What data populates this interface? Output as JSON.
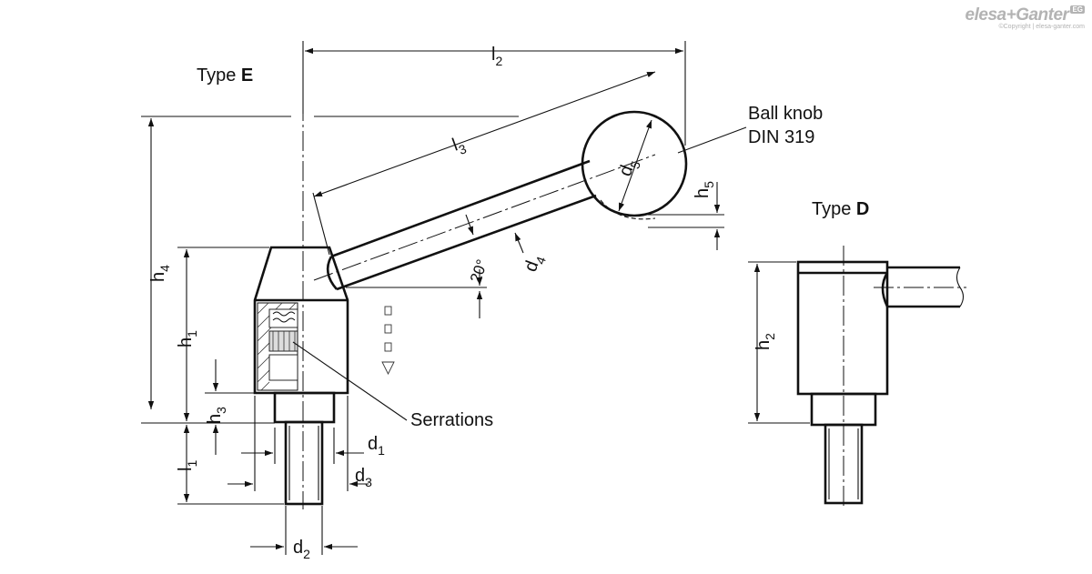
{
  "brand": {
    "name": "elesa+Ganter",
    "copyright": "©Copyright | elesa-ganter.com",
    "badge": "EG"
  },
  "type_e": {
    "prefix": "Type ",
    "letter": "E"
  },
  "type_d": {
    "prefix": "Type ",
    "letter": "D"
  },
  "labels": {
    "ball_knob_1": "Ball knob",
    "ball_knob_2": "DIN 319",
    "serrations": "Serrations",
    "angle": "20°"
  },
  "dims": {
    "l2": {
      "base": "l",
      "sub": "2"
    },
    "l3": {
      "base": "l",
      "sub": "3"
    },
    "d5": {
      "base": "d",
      "sub": "5"
    },
    "h5": {
      "base": "h",
      "sub": "5"
    },
    "d4": {
      "base": "d",
      "sub": "4"
    },
    "h4": {
      "base": "h",
      "sub": "4"
    },
    "h1": {
      "base": "h",
      "sub": "1"
    },
    "h3": {
      "base": "h",
      "sub": "3"
    },
    "l1": {
      "base": "l",
      "sub": "1"
    },
    "d1": {
      "base": "d",
      "sub": "1"
    },
    "d3": {
      "base": "d",
      "sub": "3"
    },
    "d2": {
      "base": "d",
      "sub": "2"
    },
    "h2": {
      "base": "h",
      "sub": "2"
    }
  }
}
